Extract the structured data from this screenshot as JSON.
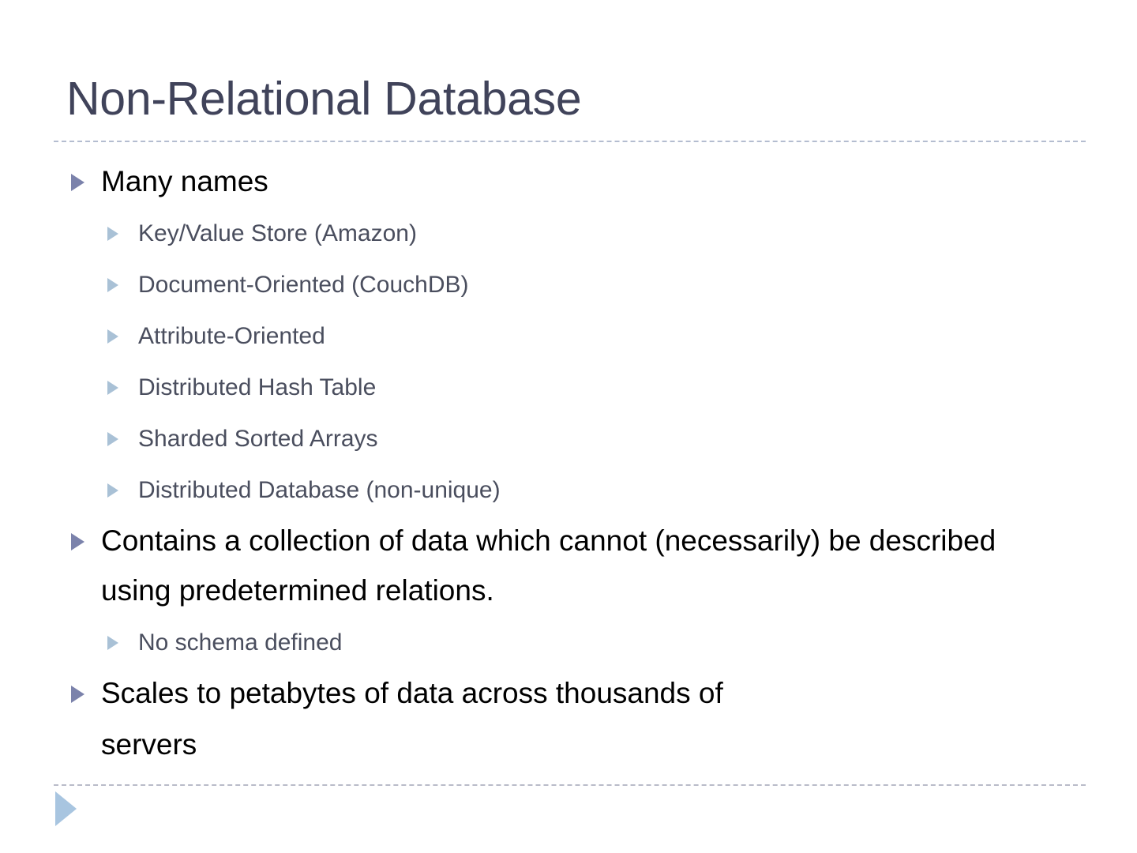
{
  "slide": {
    "title": "Non-Relational Database",
    "background_color": "#ffffff",
    "title_color": "#40435a",
    "divider_color": "#b4bdd0",
    "level1_marker_color": "#7b82ab",
    "level2_marker_color": "#a9c1d6",
    "level1_text_color": "#000000",
    "level2_text_color": "#4a4e5e",
    "footer_arrow_color": "#a8c5e0"
  },
  "content": [
    {
      "level": 1,
      "text": "Many names"
    },
    {
      "level": 2,
      "text": "Key/Value Store (Amazon)"
    },
    {
      "level": 2,
      "text": "Document-Oriented (CouchDB)"
    },
    {
      "level": 2,
      "text": "Attribute-Oriented"
    },
    {
      "level": 2,
      "text": "Distributed Hash Table"
    },
    {
      "level": 2,
      "text": "Sharded Sorted Arrays"
    },
    {
      "level": 2,
      "text": "Distributed Database (non-unique)"
    },
    {
      "level": 1,
      "text": "Contains a collection of data which cannot (necessarily) be described using predetermined relations."
    },
    {
      "level": 2,
      "text": "No schema defined"
    },
    {
      "level": 1,
      "text": "Scales to petabytes of data across thousands of"
    },
    {
      "level": 1,
      "text": "servers",
      "continuation": true
    }
  ],
  "icons": {
    "level1_bullet": "triangle-right-icon",
    "level2_bullet": "triangle-right-icon",
    "footer_arrow": "triangle-right-large-icon"
  }
}
